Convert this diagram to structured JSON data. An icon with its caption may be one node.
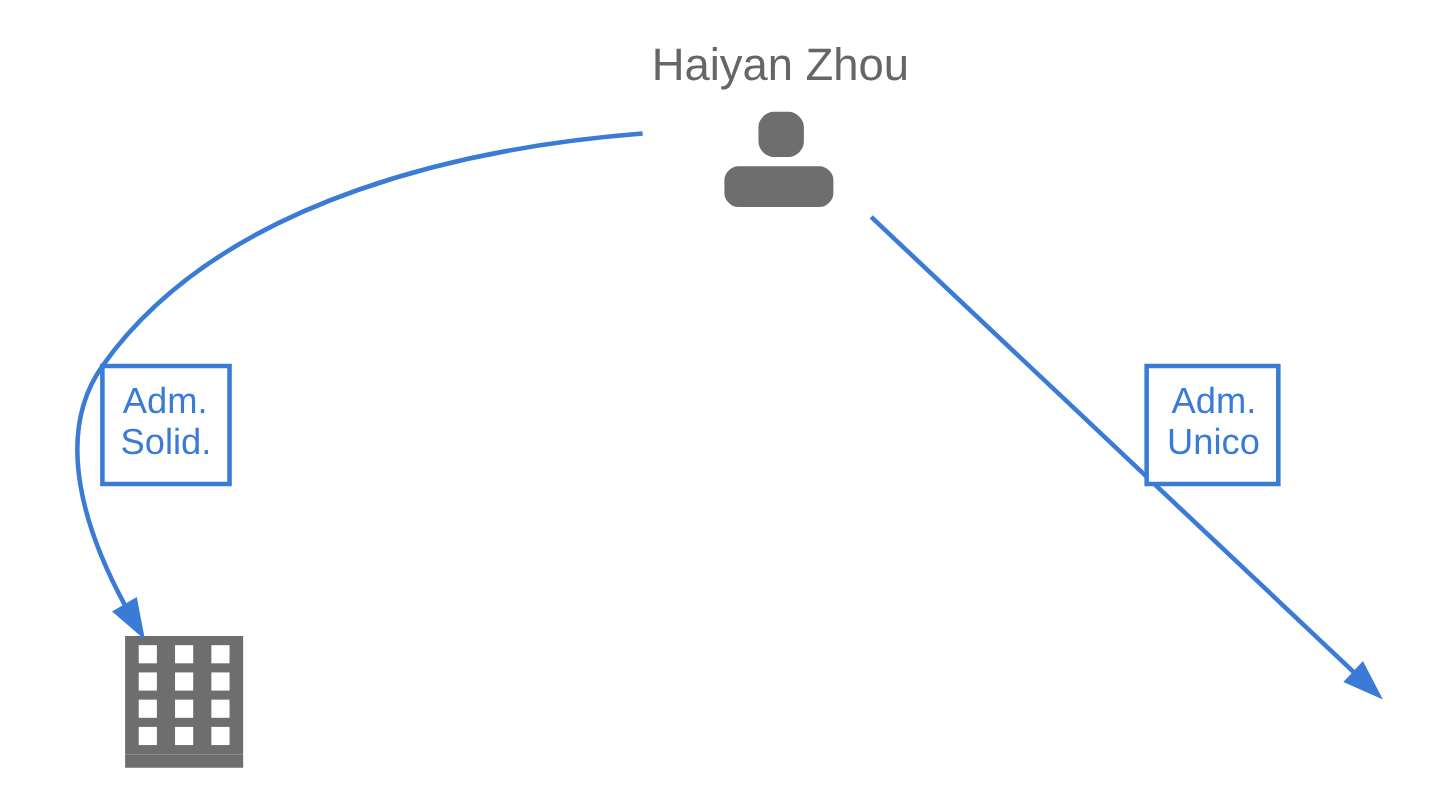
{
  "diagram": {
    "nodes": [
      {
        "text": [
          "Haiyan Zhou"
        ]
      },
      {
        "text": [],
        "shape": "building"
      }
    ],
    "edges": [
      {
        "from": 0,
        "to": null,
        "arrow": "to",
        "label": "Adm. Unico"
      },
      {
        "from": 0,
        "to": 1,
        "arrow": "to",
        "label": "Adm. Solid."
      }
    ]
  }
}
